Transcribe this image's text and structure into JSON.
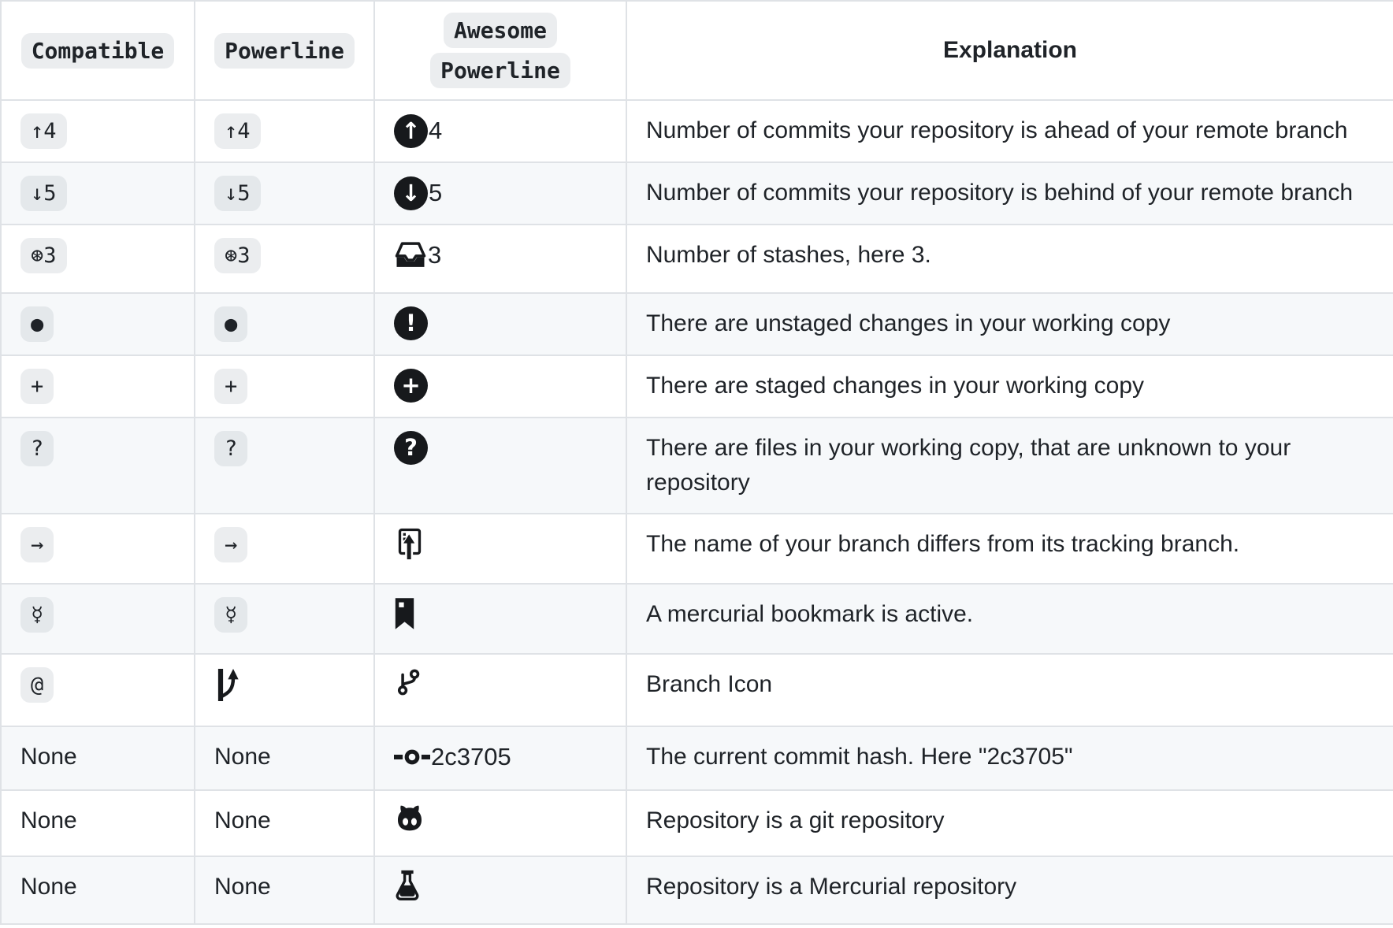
{
  "colors": {
    "text": "#1f2328",
    "border": "#dfe2e6",
    "row_stripe": "#f6f8fa",
    "code_chip_bg": "#eff1f3",
    "icon": "#17191c"
  },
  "table": {
    "headers": {
      "col1": "Compatible",
      "col2": "Powerline",
      "col3_line1": "Awesome",
      "col3_line2": "Powerline",
      "col4": "Explanation"
    },
    "rows": [
      {
        "compatible": {
          "style": "code",
          "text": "↑4"
        },
        "powerline": {
          "style": "code",
          "text": "↑4"
        },
        "awesome": {
          "icon": "arrow-up-circle-icon",
          "glyph": "↑",
          "text": "4"
        },
        "explanation": "Number of commits your repository is ahead of your remote branch"
      },
      {
        "compatible": {
          "style": "code",
          "text": "↓5"
        },
        "powerline": {
          "style": "code",
          "text": "↓5"
        },
        "awesome": {
          "icon": "arrow-down-circle-icon",
          "glyph": "↓",
          "text": "5"
        },
        "explanation": "Number of commits your repository is behind of your remote branch"
      },
      {
        "compatible": {
          "style": "code",
          "text": "⊛3"
        },
        "powerline": {
          "style": "code",
          "text": "⊛3"
        },
        "awesome": {
          "icon": "inbox-stash-icon",
          "text": "3"
        },
        "explanation": "Number of stashes, here 3."
      },
      {
        "compatible": {
          "style": "code",
          "text": "●"
        },
        "powerline": {
          "style": "code",
          "text": "●"
        },
        "awesome": {
          "icon": "exclamation-circle-icon",
          "glyph": "!",
          "text": ""
        },
        "explanation": "There are unstaged changes in your working copy"
      },
      {
        "compatible": {
          "style": "code",
          "text": "+"
        },
        "powerline": {
          "style": "code",
          "text": "+"
        },
        "awesome": {
          "icon": "plus-circle-icon",
          "glyph": "+",
          "text": ""
        },
        "explanation": "There are staged changes in your working copy"
      },
      {
        "compatible": {
          "style": "code",
          "text": "?"
        },
        "powerline": {
          "style": "code",
          "text": "?"
        },
        "awesome": {
          "icon": "question-circle-icon",
          "glyph": "?",
          "text": ""
        },
        "explanation": "There are files in your working copy, that are unknown to your repository"
      },
      {
        "compatible": {
          "style": "code",
          "text": "→"
        },
        "powerline": {
          "style": "code",
          "text": "→"
        },
        "awesome": {
          "icon": "branch-differs-icon",
          "text": ""
        },
        "explanation": "The name of your branch differs from its tracking branch."
      },
      {
        "compatible": {
          "style": "code",
          "text": "☿"
        },
        "powerline": {
          "style": "code",
          "text": "☿"
        },
        "awesome": {
          "icon": "bookmark-icon",
          "text": ""
        },
        "explanation": "A mercurial bookmark is active."
      },
      {
        "compatible": {
          "style": "code",
          "text": "@"
        },
        "powerline": {
          "style": "icon",
          "icon": "powerline-branch-icon"
        },
        "awesome": {
          "icon": "git-fork-icon",
          "text": ""
        },
        "explanation": "Branch Icon"
      },
      {
        "compatible": {
          "style": "plain",
          "text": "None"
        },
        "powerline": {
          "style": "plain",
          "text": "None"
        },
        "awesome": {
          "icon": "commit-icon",
          "text": "2c3705"
        },
        "explanation": "The current commit hash. Here \"2c3705\""
      },
      {
        "compatible": {
          "style": "plain",
          "text": "None"
        },
        "powerline": {
          "style": "plain",
          "text": "None"
        },
        "awesome": {
          "icon": "octocat-icon",
          "text": ""
        },
        "explanation": "Repository is a git repository"
      },
      {
        "compatible": {
          "style": "plain",
          "text": "None"
        },
        "powerline": {
          "style": "plain",
          "text": "None"
        },
        "awesome": {
          "icon": "mercurial-flask-icon",
          "text": ""
        },
        "explanation": "Repository is a Mercurial repository"
      }
    ]
  }
}
